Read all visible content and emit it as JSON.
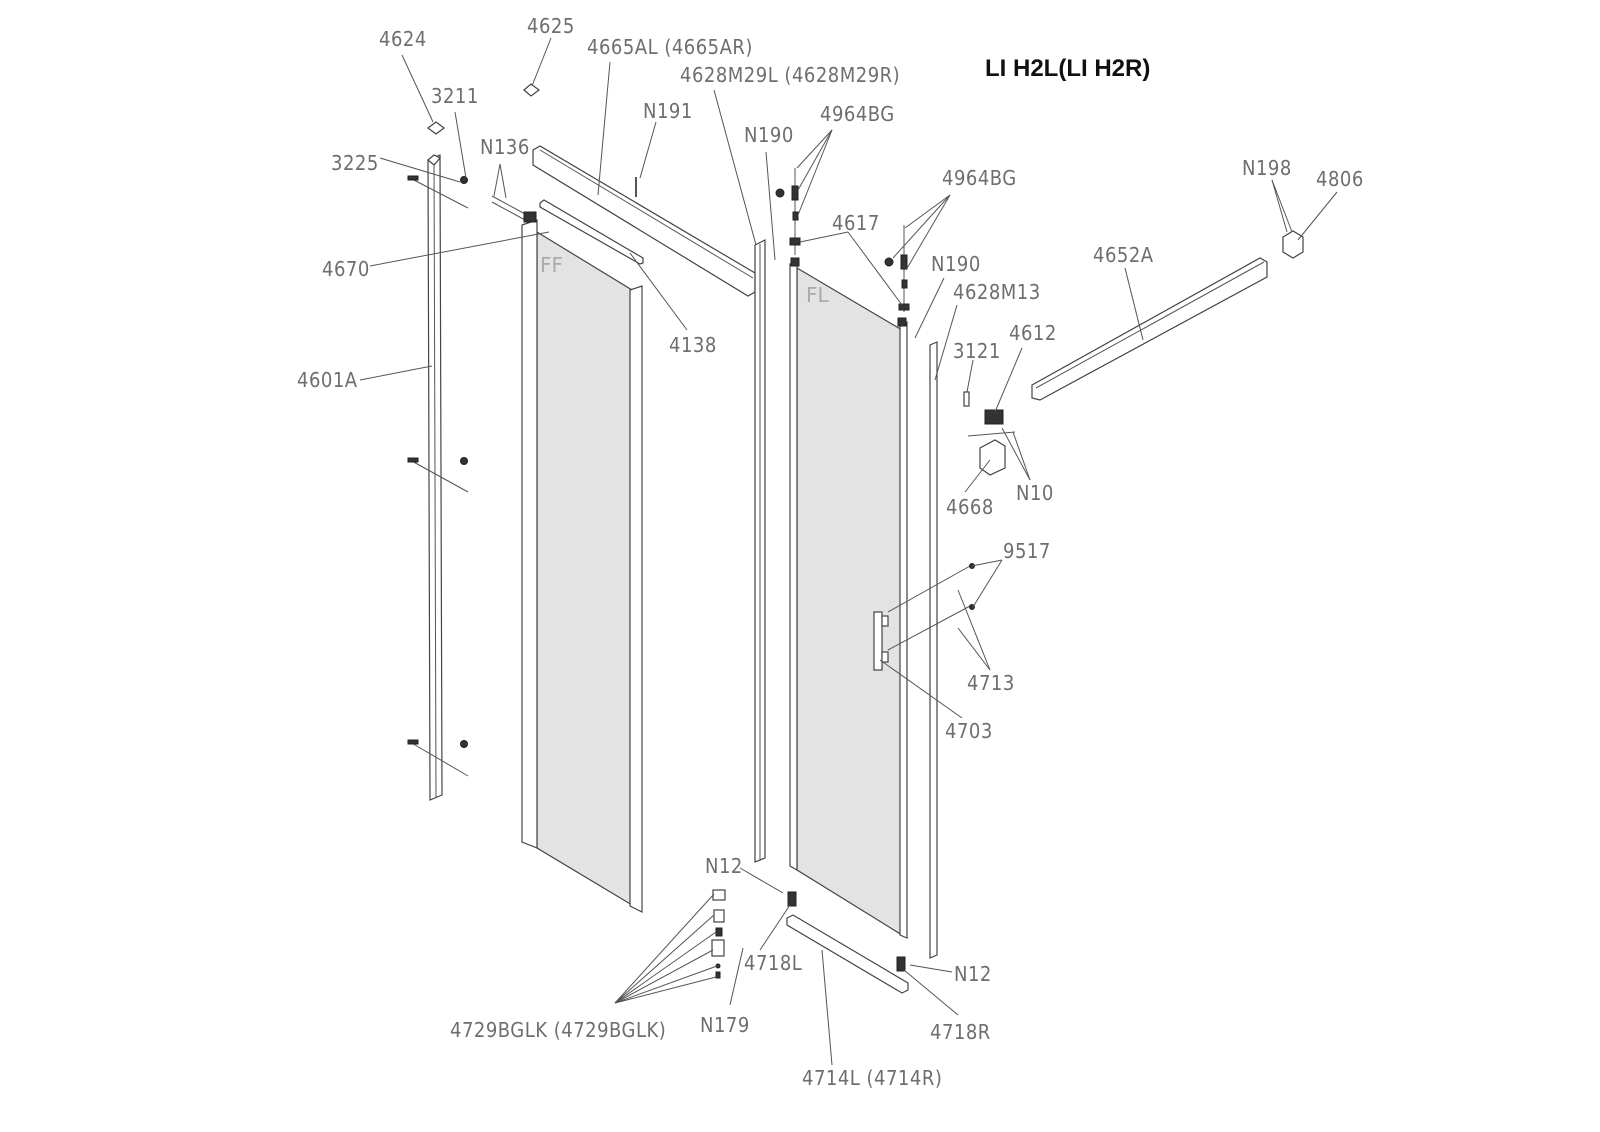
{
  "title": "LI H2L(LI H2R)",
  "panel_marks": {
    "ff": "FF",
    "fl": "FL"
  },
  "labels": {
    "p4624": "4624",
    "p4625": "4625",
    "p4665": "4665AL (4665AR)",
    "p4628m29": "4628M29L (4628M29R)",
    "p3211": "3211",
    "pN191": "N191",
    "pN136": "N136",
    "pN190a": "N190",
    "p4964a": "4964BG",
    "p3225": "3225",
    "p4964b": "4964BG",
    "pN198": "N198",
    "p4806": "4806",
    "p4617": "4617",
    "p4670": "4670",
    "pN190b": "N190",
    "p4652A": "4652A",
    "p4628M13": "4628M13",
    "p4138": "4138",
    "p4612": "4612",
    "p3121": "3121",
    "p4601A": "4601A",
    "pN10": "N10",
    "p4668": "4668",
    "p9517": "9517",
    "p4713": "4713",
    "p4703": "4703",
    "pN12a": "N12",
    "p4718L": "4718L",
    "pN12b": "N12",
    "p4729": "4729BGLK (4729BGLK)",
    "pN179": "N179",
    "p4718R": "4718R",
    "p4714": "4714L (4714R)"
  }
}
